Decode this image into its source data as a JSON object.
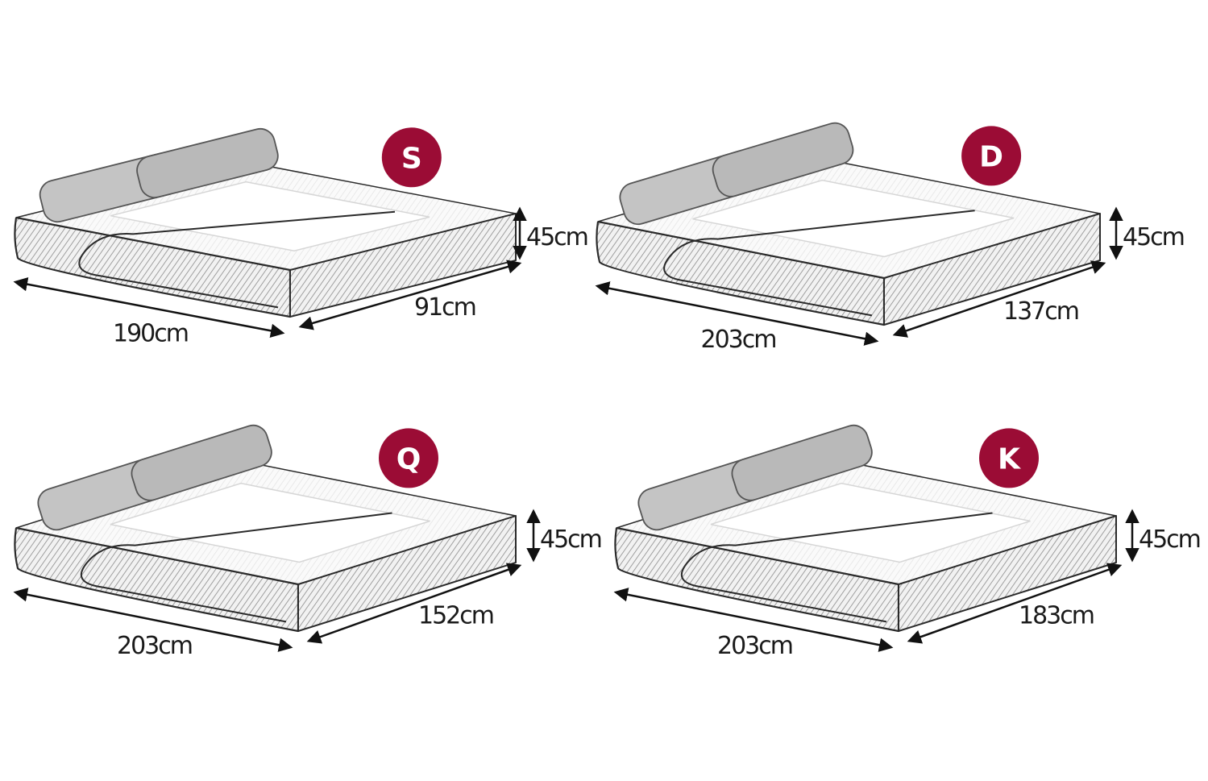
{
  "colors": {
    "badge": "#9b0c35",
    "outline": "#2a2a2a",
    "pillow": "#b9b9b9",
    "hatch": "#8a8a8a"
  },
  "beds": [
    {
      "size_badge": "S",
      "length": "190cm",
      "width": "91cm",
      "height": "45cm"
    },
    {
      "size_badge": "D",
      "length": "203cm",
      "width": "137cm",
      "height": "45cm"
    },
    {
      "size_badge": "Q",
      "length": "203cm",
      "width": "152cm",
      "height": "45cm"
    },
    {
      "size_badge": "K",
      "length": "203cm",
      "width": "183cm",
      "height": "45cm"
    }
  ]
}
